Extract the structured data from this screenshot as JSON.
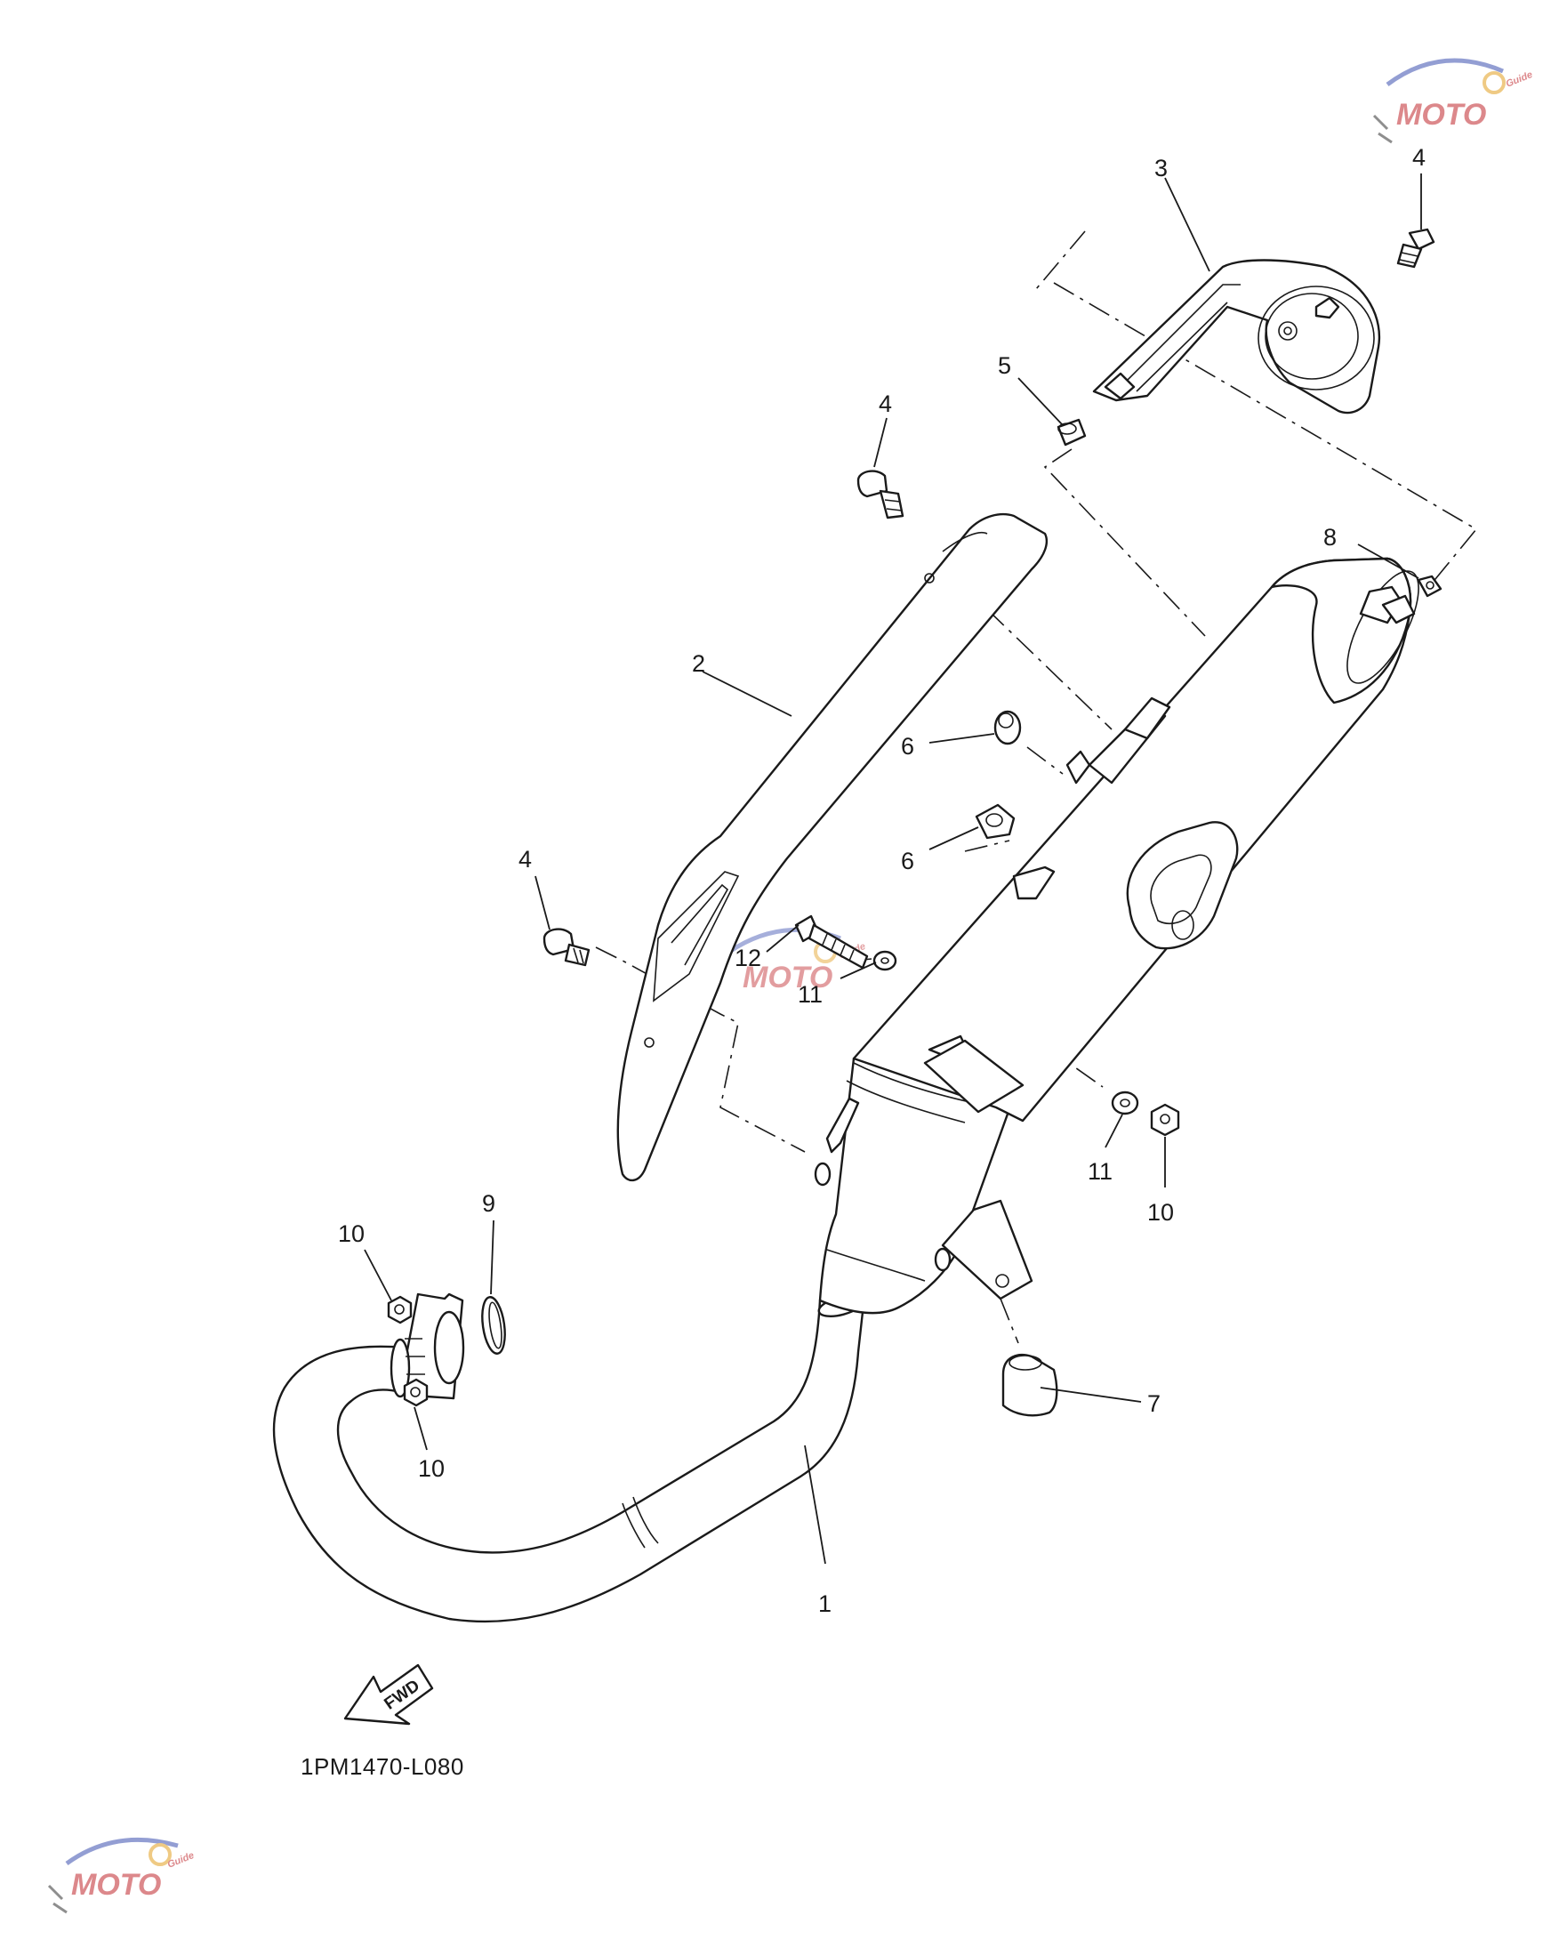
{
  "diagram": {
    "reference_code": "1PM1470-L080",
    "direction_arrow_label": "FWD",
    "watermark": {
      "brand_text": "MOTO",
      "sub_text": "Guide"
    },
    "callouts": [
      {
        "number": "1"
      },
      {
        "number": "2"
      },
      {
        "number": "3"
      },
      {
        "number": "4"
      },
      {
        "number": "4"
      },
      {
        "number": "4"
      },
      {
        "number": "5"
      },
      {
        "number": "6"
      },
      {
        "number": "6"
      },
      {
        "number": "7"
      },
      {
        "number": "8"
      },
      {
        "number": "9"
      },
      {
        "number": "10"
      },
      {
        "number": "10"
      },
      {
        "number": "10"
      },
      {
        "number": "11"
      },
      {
        "number": "11"
      },
      {
        "number": "12"
      }
    ]
  }
}
